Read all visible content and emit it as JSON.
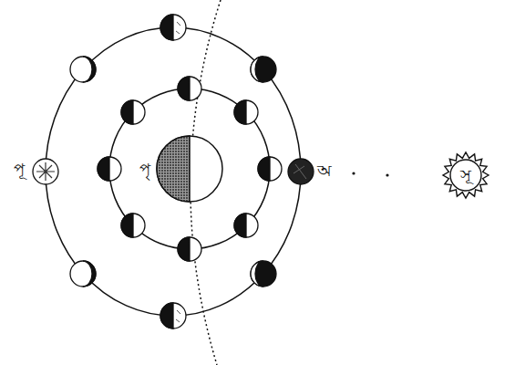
{
  "diagram": {
    "nodes": [
      {
        "text": [
          "পৃ"
        ]
      },
      {
        "text": [
          "সূ"
        ]
      }
    ],
    "labels": [
      "পূ",
      "অ"
    ]
  }
}
